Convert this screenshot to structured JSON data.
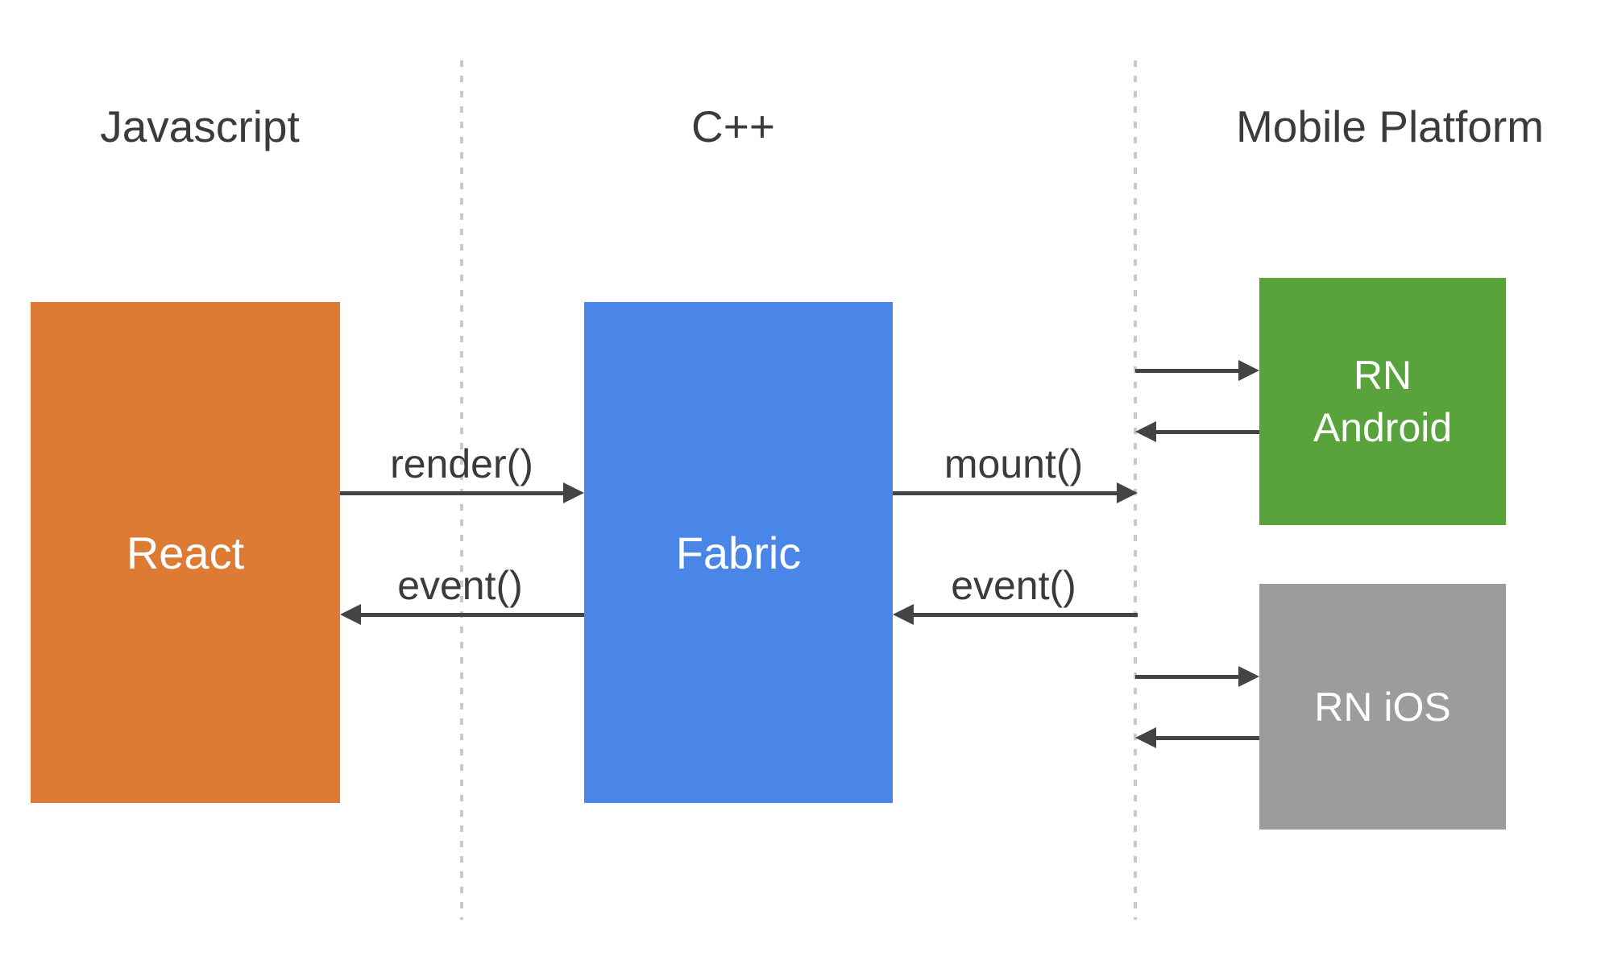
{
  "columns": [
    {
      "label": "Javascript"
    },
    {
      "label": "C++"
    },
    {
      "label": "Mobile Platform"
    }
  ],
  "nodes": {
    "react": {
      "label": "React",
      "color": "#dd7a33"
    },
    "fabric": {
      "label": "Fabric",
      "color": "#4a86e8"
    },
    "rn_android": {
      "label": "RN\nAndroid",
      "color": "#58a33b"
    },
    "rn_ios": {
      "label": "RN iOS",
      "color": "#9c9c9c"
    }
  },
  "arrows": {
    "render": {
      "label": "render()",
      "from": "React",
      "to": "Fabric",
      "direction": "right"
    },
    "event_left": {
      "label": "event()",
      "from": "Fabric",
      "to": "React",
      "direction": "left"
    },
    "mount": {
      "label": "mount()",
      "from": "Fabric",
      "to": "Mobile Platform",
      "direction": "right"
    },
    "event_right": {
      "label": "event()",
      "from": "Mobile Platform",
      "to": "Fabric",
      "direction": "left"
    },
    "android_in": {
      "label": "",
      "direction": "right"
    },
    "android_out": {
      "label": "",
      "direction": "left"
    },
    "ios_in": {
      "label": "",
      "direction": "right"
    },
    "ios_out": {
      "label": "",
      "direction": "left"
    }
  },
  "colors": {
    "background": "#ffffff",
    "arrow": "#444444",
    "text": "#3b3b3b",
    "node_text": "#ffffff",
    "divider": "#c9c9c9"
  }
}
